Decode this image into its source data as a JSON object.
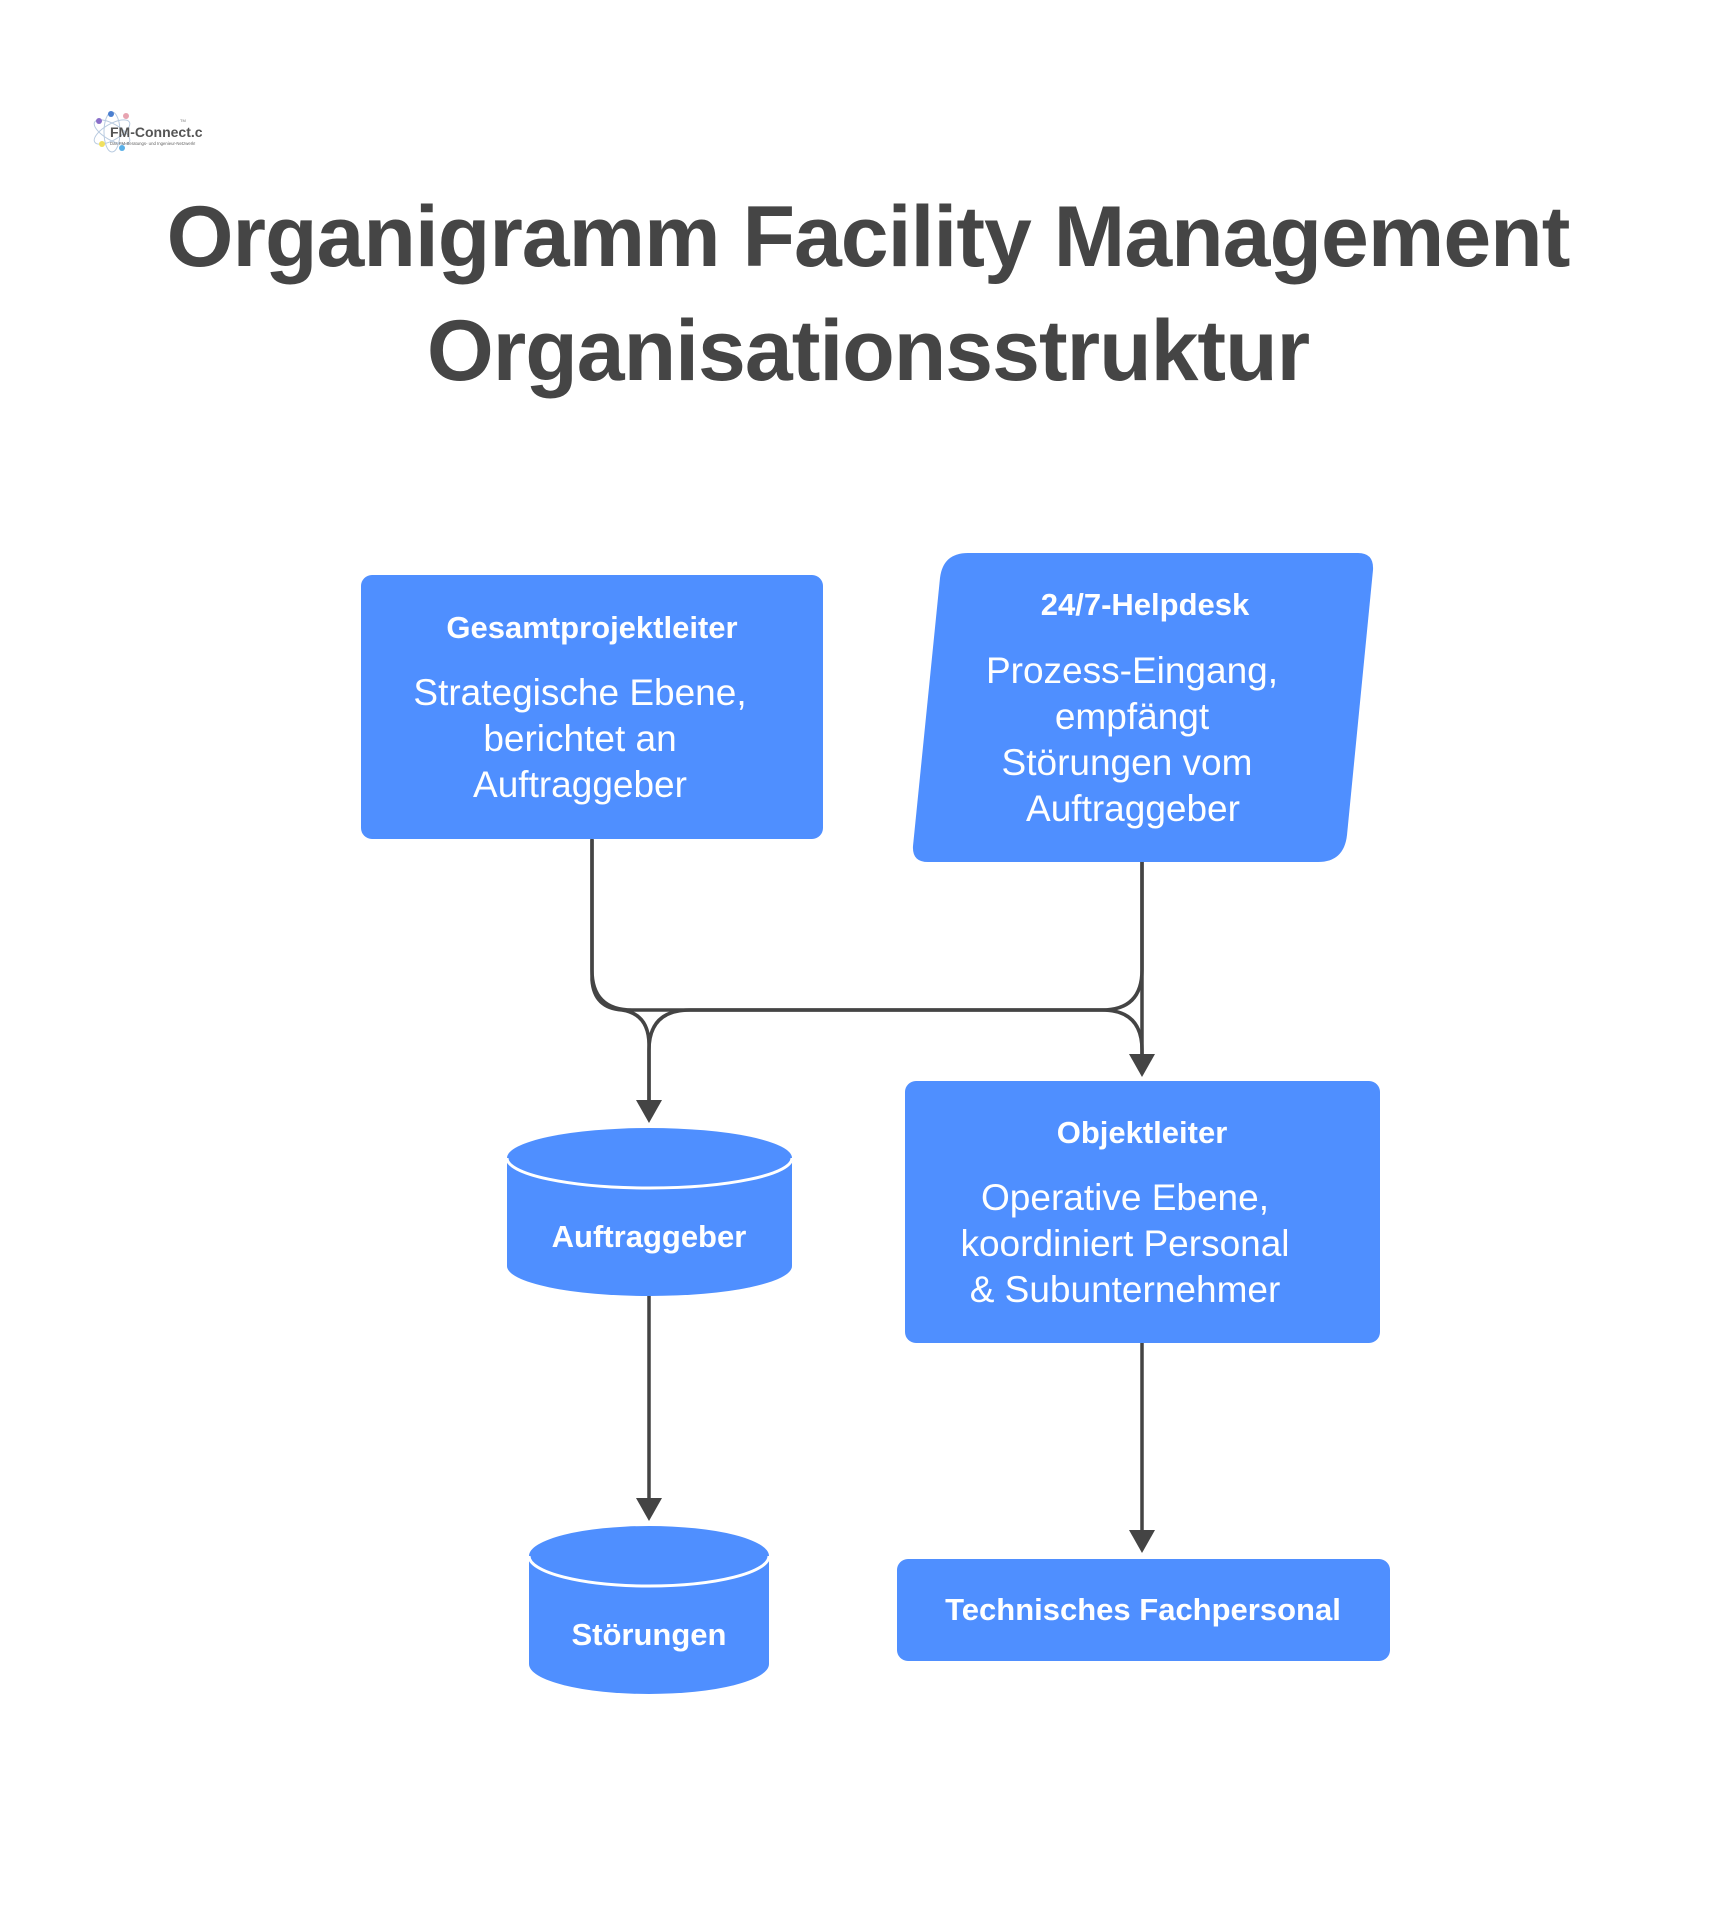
{
  "logo": {
    "brand": "FM-Connect.com",
    "trademark": "TM",
    "tagline": "Das FM-Beratungs- und Ingenieur-Netzwerk!"
  },
  "title": {
    "line1": "Organigramm Facility Management",
    "line2": "Organisationsstruktur"
  },
  "colors": {
    "node_fill": "#4f8fff",
    "edge": "#444444",
    "title": "#454545",
    "node_text": "#ffffff"
  },
  "nodes": {
    "gesamtprojektleiter": {
      "shape": "rounded-rectangle",
      "title": "Gesamtprojektleiter",
      "body": [
        "Strategische Ebene,",
        "berichtet an",
        "Auftraggeber"
      ]
    },
    "helpdesk": {
      "shape": "parallelogram",
      "title": "24/7-Helpdesk",
      "body": [
        "Prozess-Eingang,",
        "empfängt",
        "Störungen vom",
        "Auftraggeber"
      ]
    },
    "auftraggeber": {
      "shape": "cylinder",
      "title": "Auftraggeber"
    },
    "objektleiter": {
      "shape": "rounded-rectangle",
      "title": "Objektleiter",
      "body": [
        "Operative Ebene,",
        "koordiniert Personal",
        "& Subunternehmer"
      ]
    },
    "stoerungen": {
      "shape": "cylinder",
      "title": "Störungen"
    },
    "technisches_fachpersonal": {
      "shape": "rounded-rectangle",
      "title": "Technisches Fachpersonal"
    }
  },
  "edges": [
    {
      "from": "Gesamtprojektleiter",
      "to": "Auftraggeber"
    },
    {
      "from": "Gesamtprojektleiter",
      "to": "Objektleiter"
    },
    {
      "from": "24/7-Helpdesk",
      "to": "Auftraggeber"
    },
    {
      "from": "24/7-Helpdesk",
      "to": "Objektleiter"
    },
    {
      "from": "Auftraggeber",
      "to": "Störungen"
    },
    {
      "from": "Objektleiter",
      "to": "Technisches Fachpersonal"
    }
  ]
}
